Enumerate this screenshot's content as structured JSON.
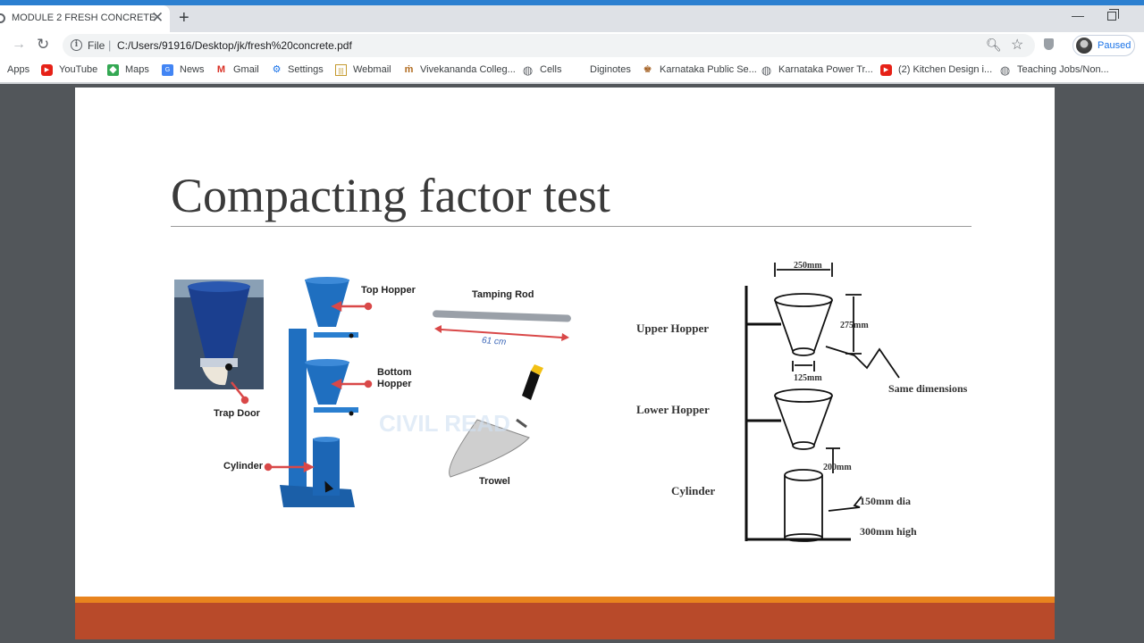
{
  "browser": {
    "tab_title": "MODULE 2 FRESH CONCRETE",
    "tab_close": "✕",
    "new_tab": "+",
    "url_scheme": "File",
    "url_separator": "|",
    "url": "C:/Users/91916/Desktop/jk/fresh%20concrete.pdf",
    "profile_status": "Paused"
  },
  "bookmarks": [
    {
      "label": "Apps",
      "icon": "apps-grid-icon"
    },
    {
      "label": "YouTube",
      "icon": "youtube-icon"
    },
    {
      "label": "Maps",
      "icon": "maps-icon"
    },
    {
      "label": "News",
      "icon": "news-icon"
    },
    {
      "label": "Gmail",
      "icon": "gmail-icon"
    },
    {
      "label": "Settings",
      "icon": "gear-icon"
    },
    {
      "label": "Webmail",
      "icon": "webmail-icon"
    },
    {
      "label": "Vivekananda Colleg...",
      "icon": "college-icon"
    },
    {
      "label": "Cells",
      "icon": "globe-icon"
    },
    {
      "label": "Diginotes",
      "icon": ""
    },
    {
      "label": "Karnataka Public Se...",
      "icon": "emblem-icon"
    },
    {
      "label": "Karnataka Power Tr...",
      "icon": "globe-icon"
    },
    {
      "label": "(2) Kitchen Design i...",
      "icon": "youtube-icon"
    },
    {
      "label": "Teaching Jobs/Non...",
      "icon": "globe-icon"
    }
  ],
  "slide": {
    "title": "Compacting factor test",
    "apparatus_labels": {
      "top_hopper": "Top Hopper",
      "bottom_hopper_line1": "Bottom",
      "bottom_hopper_line2": "Hopper",
      "trap_door": "Trap Door",
      "cylinder": "Cylinder",
      "tamping_rod": "Tamping Rod",
      "rod_length": "61 cm",
      "trowel": "Trowel",
      "watermark": "CIVIL READ"
    },
    "diagram_labels": {
      "upper_hopper": "Upper Hopper",
      "lower_hopper": "Lower Hopper",
      "cylinder": "Cylinder",
      "top_width": "250mm",
      "hopper_height": "275mm",
      "bottom_width": "125mm",
      "same_dimensions": "Same dimensions",
      "gap": "200mm",
      "cyl_dia": "150mm dia",
      "cyl_height": "300mm high"
    }
  },
  "colors": {
    "accent_blue": "#2b7fd0",
    "apparatus_blue": "#1f6fc0",
    "arrow_red": "#d94848",
    "footer_orange": "#e8841e",
    "footer_rust": "#b84a2a"
  }
}
